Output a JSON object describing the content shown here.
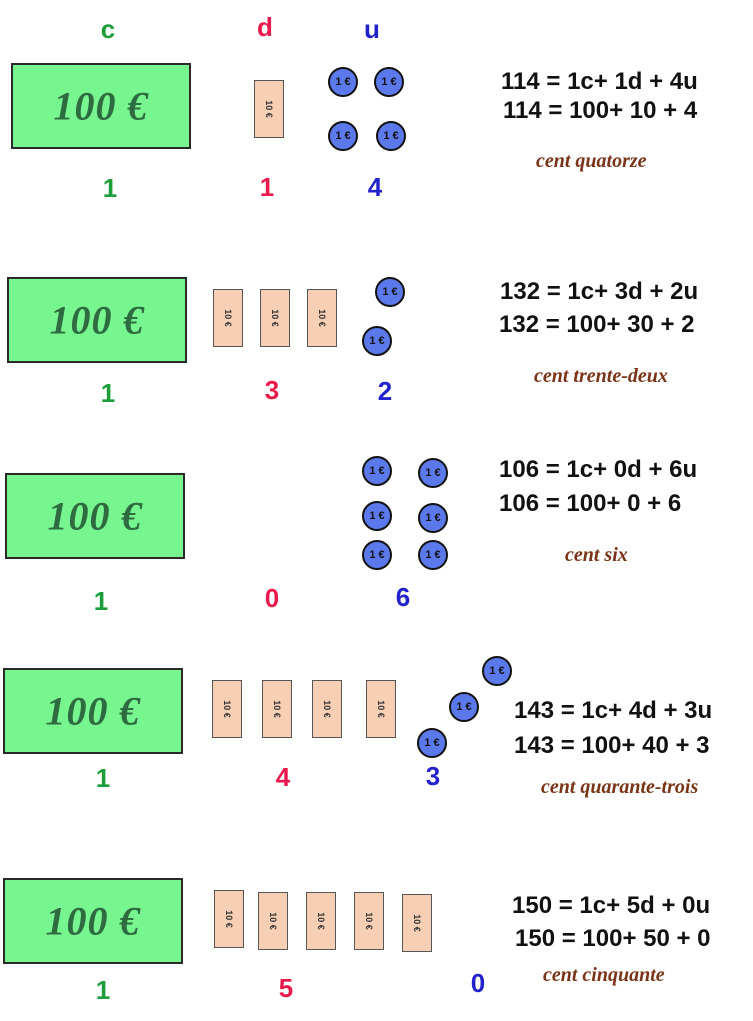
{
  "headers": {
    "c": "c",
    "d": "d",
    "u": "u"
  },
  "bill_label": "100 €",
  "ten_label": "10 €",
  "coin_label": "1 €",
  "rows": [
    {
      "c": "1",
      "d": "1",
      "u": "4",
      "eq1": "114 = 1c+ 1d + 4u",
      "eq2": "114 = 100+ 10 + 4",
      "words": "cent quatorze"
    },
    {
      "c": "1",
      "d": "3",
      "u": "2",
      "eq1": "132 = 1c+ 3d + 2u",
      "eq2": "132 = 100+ 30 + 2",
      "words": "cent trente-deux"
    },
    {
      "c": "1",
      "d": "0",
      "u": "6",
      "eq1": "106 = 1c+ 0d + 6u",
      "eq2": "106 = 100+ 0 + 6",
      "words": "cent six"
    },
    {
      "c": "1",
      "d": "4",
      "u": "3",
      "eq1": "143 = 1c+ 4d + 3u",
      "eq2": "143 = 100+ 40 + 3",
      "words": "cent quarante-trois"
    },
    {
      "c": "1",
      "d": "5",
      "u": "0",
      "eq1": "150 = 1c+ 5d + 0u",
      "eq2": "150 = 100+ 50 + 0",
      "words": "cent cinquante"
    }
  ]
}
